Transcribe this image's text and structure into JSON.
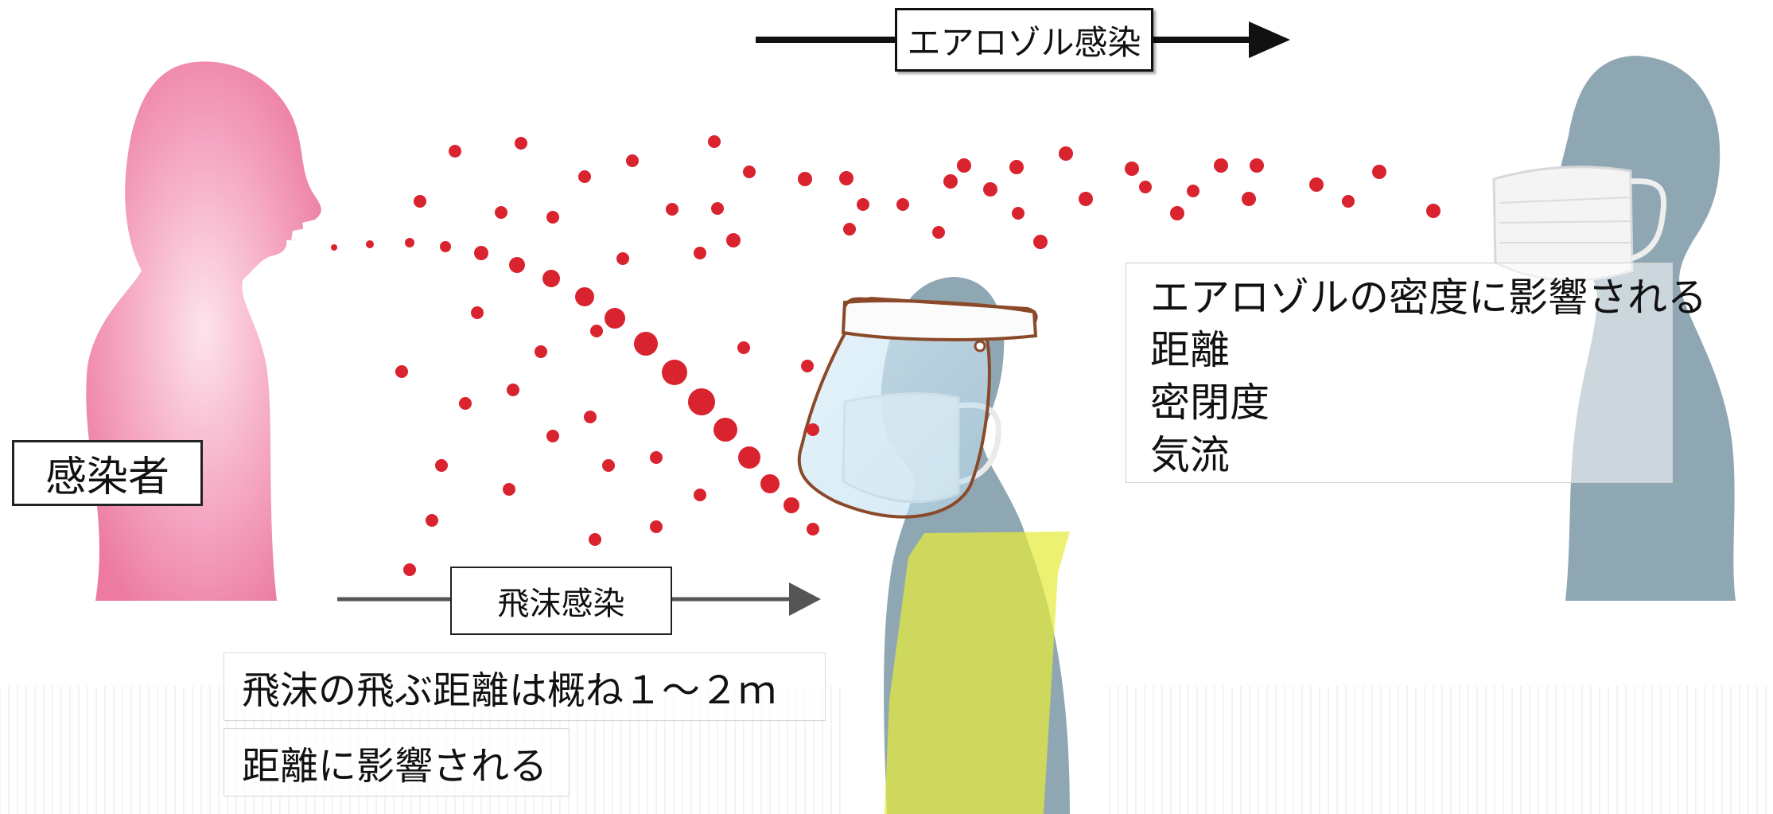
{
  "labels": {
    "infected": "感染者",
    "aerosol_infection": "エアロゾル感染",
    "droplet_infection": "飛沫感染",
    "aerosol_notes": [
      "エアロゾルの密度に影響される",
      "距離",
      "密閉度",
      "気流"
    ],
    "droplet_note_1": "飛沫の飛ぶ距離は概ね１～２ｍ",
    "droplet_note_2": "距離に影響される"
  },
  "colors": {
    "infected_person": "#f18cb0",
    "other_person": "#8fa6b3",
    "droplet": "#d9232e",
    "gown": "#e6ec3c",
    "shield_frame": "#8a4a2a",
    "arrow_black": "#111111",
    "arrow_gray": "#555555"
  },
  "icons": {
    "infected_person": "person-silhouette-icon",
    "masked_person": "masked-person-icon",
    "protected_person": "face-shield-person-icon",
    "mask": "surgical-mask-icon",
    "face_shield": "face-shield-icon"
  }
}
